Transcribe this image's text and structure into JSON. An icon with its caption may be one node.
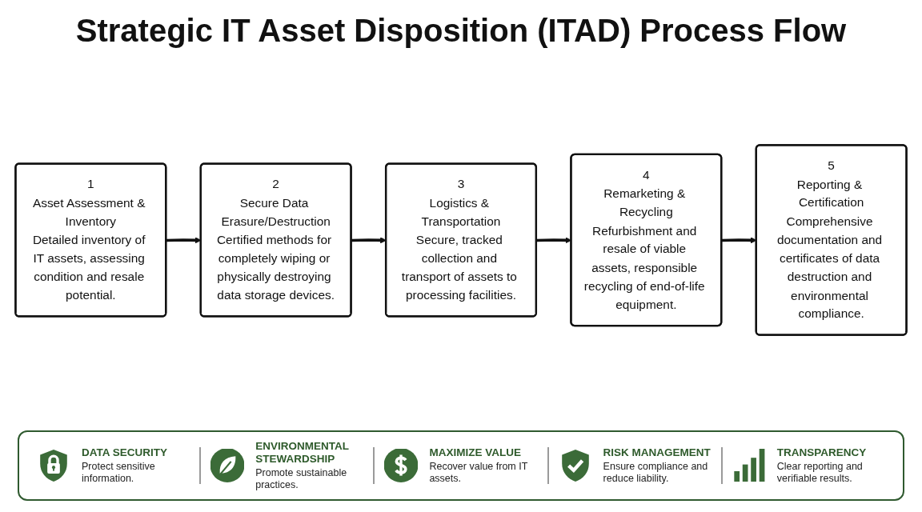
{
  "diagram": {
    "title": "Strategic IT Asset Disposition (ITAD) Process Flow",
    "nodes": [
      {
        "text": [
          "1",
          "Asset Assessment & Inventory",
          "Detailed inventory of IT assets, assessing condition and resale potential."
        ]
      },
      {
        "text": [
          "2",
          "Secure Data Erasure/Destruction",
          "Certified methods for completely wiping or physically destroying data storage devices."
        ]
      },
      {
        "text": [
          "3",
          "Logistics & Transportation",
          "Secure, tracked collection and transport of assets to processing facilities."
        ]
      },
      {
        "text": [
          "4",
          "Remarketing & Recycling",
          "Refurbishment and resale of viable assets, responsible recycling of end-of-life equipment."
        ]
      },
      {
        "text": [
          "5",
          "Reporting & Certification",
          "Comprehensive documentation and certificates of data destruction and environmental compliance."
        ]
      }
    ],
    "edges": [
      {
        "from": 0,
        "to": 1,
        "arrow": "to"
      },
      {
        "from": 1,
        "to": 2,
        "arrow": "to"
      },
      {
        "from": 2,
        "to": 3,
        "arrow": "to"
      },
      {
        "from": 3,
        "to": 4,
        "arrow": "to"
      }
    ],
    "labels": [
      "DATA SECURITY",
      "Protect sensitive information.",
      "ENVIRONMENTAL STEWARDSHIP",
      "Promote sustainable practices.",
      "MAXIMIZE VALUE",
      "Recover value from IT assets.",
      "RISK MANAGEMENT",
      "Ensure compliance and reduce liability.",
      "TRANSPARENCY",
      "Clear reporting and verifiable results."
    ]
  }
}
